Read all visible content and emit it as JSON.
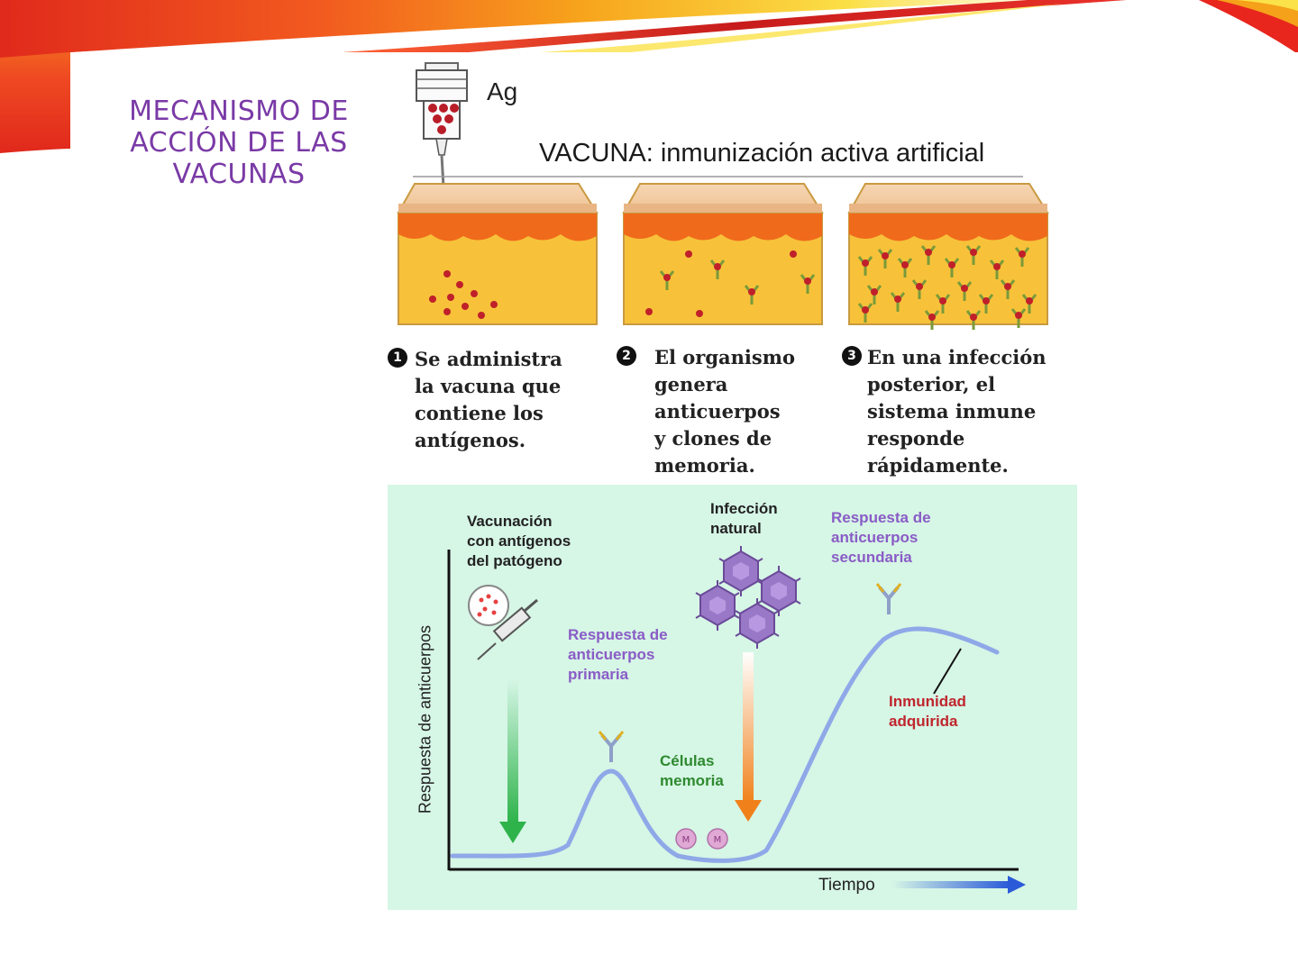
{
  "slide": {
    "title": "MECANISMO DE\nACCIÓN DE LAS\nVACUNAS",
    "accent_colors": [
      "#e8261e",
      "#f5a21a",
      "#fbe24a",
      "#b01010"
    ]
  },
  "vaccine_panel": {
    "antigen_label": "Ag",
    "heading": "VACUNA: inmunización activa artificial",
    "steps": [
      {
        "number": "1",
        "text": "Se administra\nla vacuna que\ncontiene los\nantígenos."
      },
      {
        "number": "2",
        "text": "El organismo\ngenera\nanticuerpos\ny clones de\nmemoria."
      },
      {
        "number": "3",
        "text": "En una infección\nposterior, el\nsistema inmune\nresponde\nrápidamente."
      }
    ]
  },
  "graph": {
    "y_axis_label": "Respuesta de anticuerpos",
    "x_axis_label": "Tiempo",
    "vaccination_label": "Vacunación\ncon antígenos\ndel patógeno",
    "infection_label": "Infección\nnatural",
    "primary_response_label": "Respuesta de\nanticuerpos\nprimaria",
    "secondary_response_label": "Respuesta de\nanticuerpos\nsecundaria",
    "memory_cells_label": "Células\nmemoria",
    "acquired_immunity_label": "Inmunidad\nadquirida",
    "memory_cell_marker": "M",
    "colors": {
      "curve": "#8fa8e8",
      "panel": "#d6f6e6",
      "purple_text": "#8a5cc6",
      "green_text": "#2e8a2e",
      "red_text": "#c0262d"
    }
  }
}
